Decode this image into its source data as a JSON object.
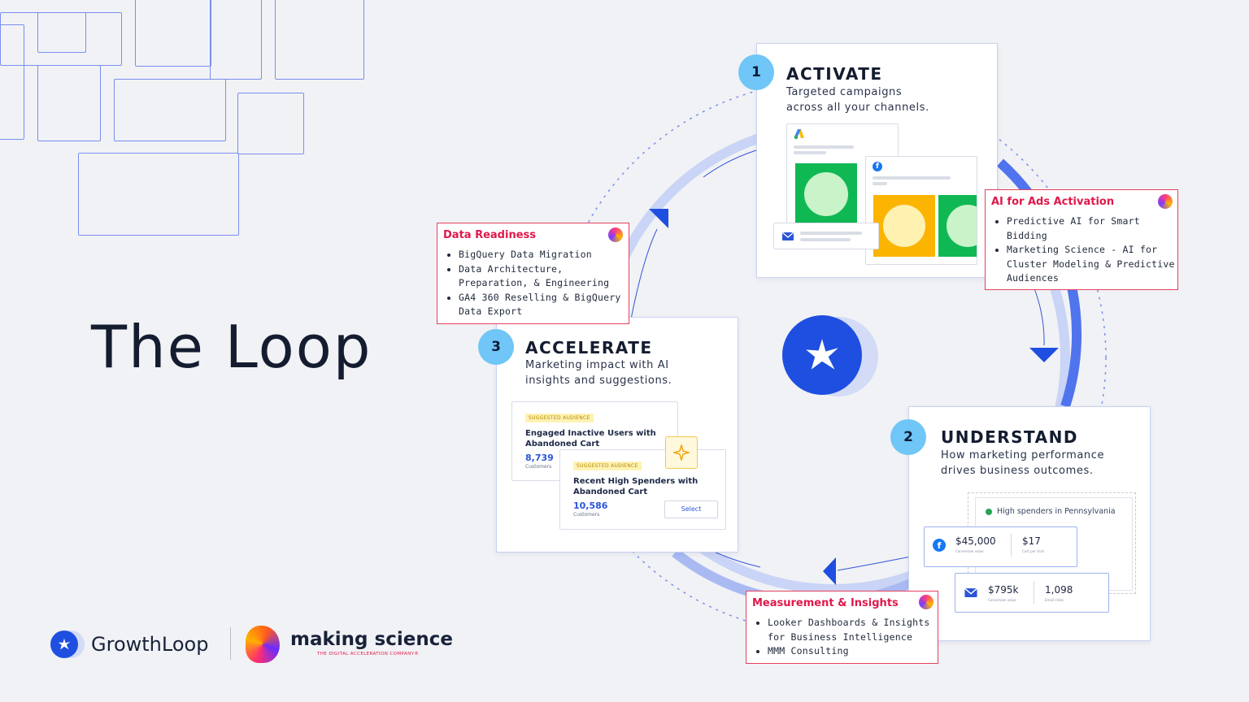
{
  "title": "The Loop",
  "steps": [
    {
      "num": "1",
      "title": "ACTIVATE",
      "sub1": "Targeted campaigns",
      "sub2": "across all your channels."
    },
    {
      "num": "2",
      "title": "UNDERSTAND",
      "sub1": "How marketing performance",
      "sub2": "drives business outcomes."
    },
    {
      "num": "3",
      "title": "ACCELERATE",
      "sub1": "Marketing impact with AI",
      "sub2": "insights and suggestions."
    }
  ],
  "callouts": {
    "data_readiness": {
      "title": "Data Readiness",
      "items": [
        "BigQuery Data Migration",
        "Data Architecture, Preparation, & Engineering",
        "GA4 360 Reselling & BigQuery Data Export"
      ]
    },
    "ai_ads": {
      "title": "AI for Ads Activation",
      "items": [
        "Predictive AI for Smart Bidding",
        "Marketing Science - AI for Cluster Modeling & Predictive Audiences"
      ]
    },
    "measurement": {
      "title": "Measurement & Insights",
      "items": [
        "Looker Dashboards & Insights for Business Intelligence",
        "MMM Consulting"
      ]
    }
  },
  "audiences": [
    {
      "tag": "SUGGESTED AUDIENCE",
      "title": "Engaged Inactive Users with Abandoned Cart",
      "count": "8,739",
      "unit": "Customers"
    },
    {
      "tag": "SUGGESTED AUDIENCE",
      "title": "Recent High Spenders with Abandoned Cart",
      "count": "10,586",
      "unit": "Customers",
      "button": "Select"
    }
  ],
  "understand": {
    "segment": "High spenders in Pennsylvania",
    "row1": {
      "value": "$45,000",
      "label": "Conversion value",
      "value2": "$17",
      "label2": "Cost per click"
    },
    "row2": {
      "value": "$795k",
      "label": "Conversion value",
      "value2": "1,098",
      "label2": "Email clicks"
    }
  },
  "brands": {
    "growthloop": "GrowthLoop",
    "making_science": "making science",
    "making_science_tag": "THE DIGITAL ACCELERATION COMPANY®"
  },
  "colors": {
    "accent_blue": "#1f4fe0",
    "callout_red": "#e0194a",
    "step_circle": "#6fc6f7"
  }
}
